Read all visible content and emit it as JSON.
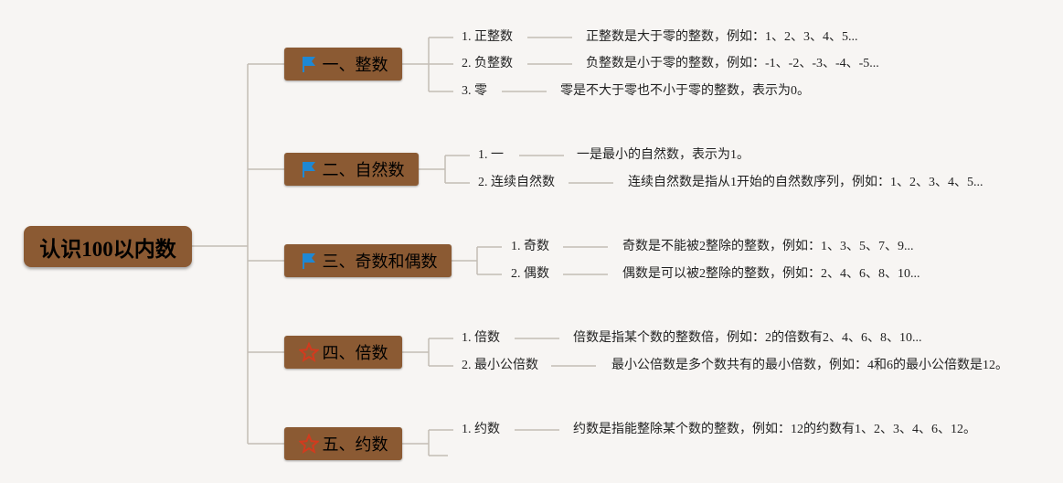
{
  "root": {
    "title": "认识100以内数"
  },
  "branches": [
    {
      "title": "一、整数",
      "icon": "blue-flag-icon",
      "items": [
        {
          "label": "1. 正整数",
          "desc": "正整数是大于零的整数，例如：1、2、3、4、5..."
        },
        {
          "label": "2. 负整数",
          "desc": "负整数是小于零的整数，例如：-1、-2、-3、-4、-5..."
        },
        {
          "label": "3. 零",
          "desc": "零是不大于零也不小于零的整数，表示为0。"
        }
      ]
    },
    {
      "title": "二、自然数",
      "icon": "blue-flag-icon",
      "items": [
        {
          "label": "1. 一",
          "desc": "一是最小的自然数，表示为1。"
        },
        {
          "label": "2. 连续自然数",
          "desc": "连续自然数是指从1开始的自然数序列，例如：1、2、3、4、5..."
        }
      ]
    },
    {
      "title": "三、奇数和偶数",
      "icon": "blue-flag-icon",
      "items": [
        {
          "label": "1. 奇数",
          "desc": "奇数是不能被2整除的整数，例如：1、3、5、7、9..."
        },
        {
          "label": "2. 偶数",
          "desc": "偶数是可以被2整除的整数，例如：2、4、6、8、10..."
        }
      ]
    },
    {
      "title": "四、倍数",
      "icon": "red-star-icon",
      "items": [
        {
          "label": "1. 倍数",
          "desc": "倍数是指某个数的整数倍，例如：2的倍数有2、4、6、8、10..."
        },
        {
          "label": "2. 最小公倍数",
          "desc": "最小公倍数是多个数共有的最小倍数，例如：4和6的最小公倍数是12。"
        }
      ]
    },
    {
      "title": "五、约数",
      "icon": "red-star-icon",
      "items": [
        {
          "label": "1. 约数",
          "desc": "约数是指能整除某个数的整数，例如：12的约数有1、2、3、4、6、12。"
        }
      ]
    }
  ],
  "colors": {
    "node": "#8b5a33",
    "line": "#c4bdb5",
    "flag": "#1e88d4",
    "star": "#d23b1e"
  }
}
